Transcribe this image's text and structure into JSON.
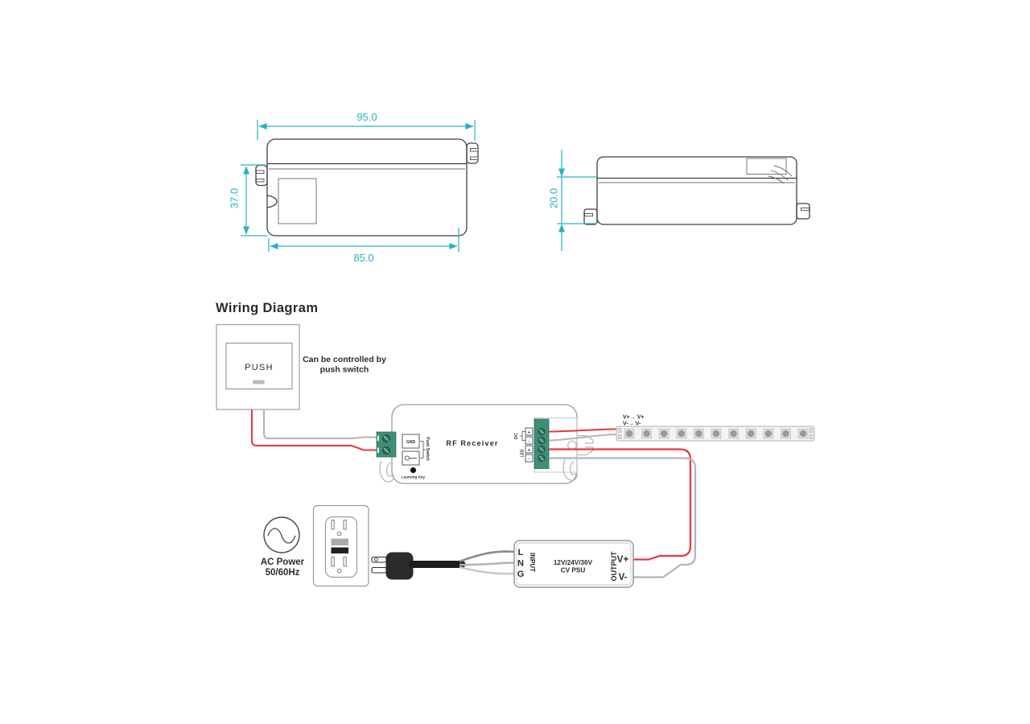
{
  "front_view": {
    "dim_width_overall": "95.0",
    "dim_height": "37.0",
    "dim_width_body": "85.0"
  },
  "side_view": {
    "dim_depth": "20.0"
  },
  "wiring": {
    "title": "Wiring Diagram",
    "push_switch": {
      "label": "PUSH"
    },
    "caption": {
      "line1": "Can be controlled by",
      "line2": "push switch"
    },
    "receiver": {
      "name": "RF Receiver",
      "gnd": "GND",
      "push_switch_port": "Push Switch",
      "learning_key": "Learning Key",
      "dc_label": "DC",
      "led_label": "LED",
      "term1": "+",
      "term2": "-",
      "term3": "+",
      "term4": "-"
    },
    "led_strip": {
      "label_vplus": "V+→ V+",
      "label_vminus": "V-→ V-"
    },
    "ac_power": {
      "line1": "AC Power",
      "line2": "50/60Hz"
    },
    "psu": {
      "input_l": "L",
      "input_n": "N",
      "input_g": "G",
      "input_title": "INPUT",
      "rating_line1": "12V/24V/36V",
      "rating_line2": "CV PSU",
      "output_title": "OUTPUT",
      "output_vplus": "V+",
      "output_vminus": "V-"
    }
  },
  "colors": {
    "dimension": "#26b2c2",
    "wire_red": "#e8383d",
    "wire_gray": "#b4b4b4",
    "wire_dark": "#8a8a8a",
    "wire_light": "#c9c9c9",
    "terminal_green": "#3e8e78"
  }
}
